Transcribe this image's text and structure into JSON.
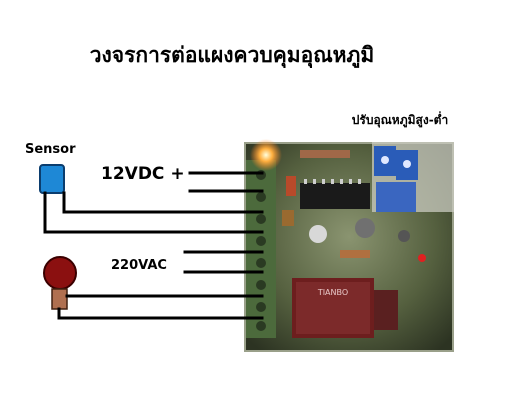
{
  "diagram": {
    "title": "วงจรการต่อแผงควบคุมอุณหภูมิ",
    "board_label": "ปรับอุณหภูมิสูง-ต่ำ",
    "sensor_label": "Sensor",
    "dc_label": "12VDC +",
    "ac_label": "220VAC",
    "relay_text": "TIANBO",
    "colors": {
      "sensor": "#1e88d6",
      "lamp": "#8b1010",
      "lamp_base": "#b07050",
      "board": "#3d4a2e",
      "pot": "#2a5cb8",
      "relay": "#6d1e1e"
    }
  }
}
